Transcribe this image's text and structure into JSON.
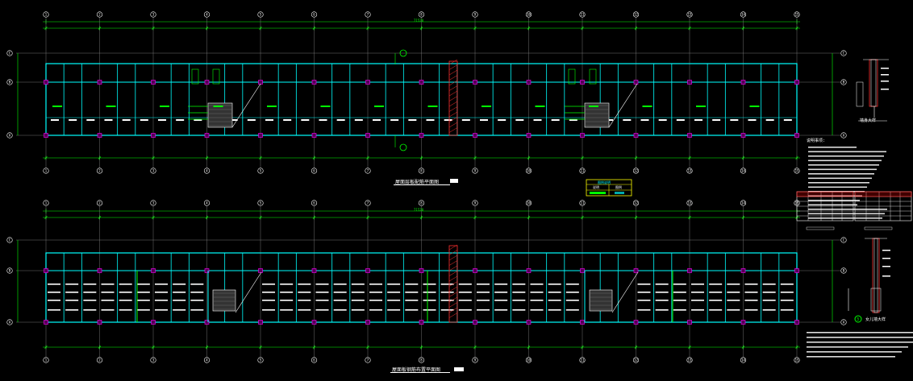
{
  "grid_axes": [
    "1",
    "2",
    "3",
    "4",
    "5",
    "6",
    "7",
    "8",
    "9",
    "10",
    "11",
    "12",
    "13",
    "14",
    "15"
  ],
  "row_axes": [
    "C",
    "B",
    "A"
  ],
  "overall_dimension": "71520",
  "plan1": {
    "title": "屋面层板配筋平面图"
  },
  "plan2": {
    "title": "屋面板钢筋布置平面图"
  },
  "section1": {
    "title": "墙身大样"
  },
  "section2": {
    "title": "女儿墙大样",
    "number": "3"
  },
  "notes_title": "说明事项:",
  "legend": {
    "title": "图例说明",
    "col1": "说明",
    "col2": "图例"
  },
  "colors": {
    "cyan": "#00ffff",
    "green": "#00ff00",
    "white": "#ffffff",
    "red": "#ff3030",
    "yellow": "#ffff00",
    "magenta": "#ff00ff",
    "gray": "#8a8a8a"
  }
}
